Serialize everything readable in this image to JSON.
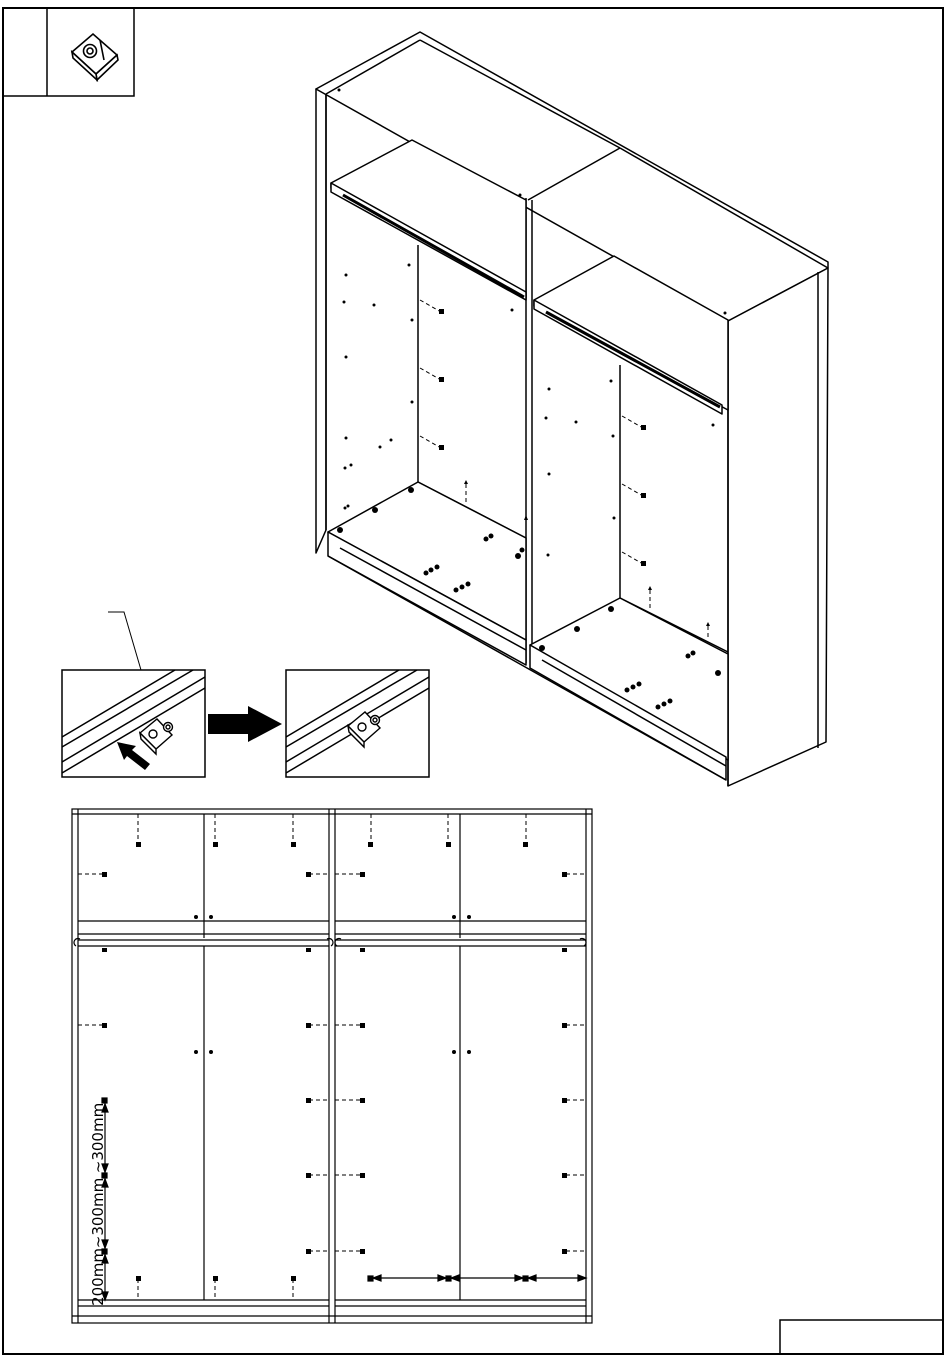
{
  "page": {
    "step_icon": "corner-bracket-icon",
    "ink_color": "#000000",
    "paper_color": "#ffffff"
  },
  "elevation": {
    "dimensions": {
      "bottom_gap": "200mm",
      "spacing_1": "~300mm",
      "spacing_2": "~300mm"
    }
  },
  "footer": {
    "page_box_text": ""
  }
}
